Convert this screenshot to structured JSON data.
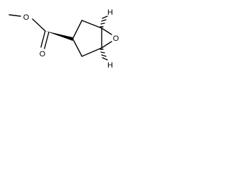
{
  "structure": {
    "atom_labels": {
      "carbonyl_oxygen": "O",
      "ester_oxygen": "O",
      "epoxide_oxygen": "O",
      "stereo_h_top": "H",
      "stereo_h_bottom": "H"
    },
    "bond_colors": {
      "line": "#000000"
    }
  }
}
